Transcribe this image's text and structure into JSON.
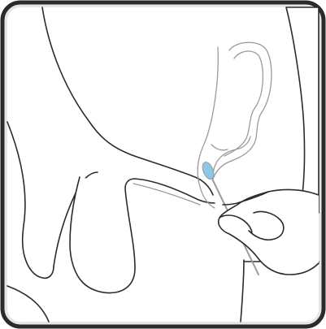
{
  "illustration": {
    "colors": {
      "frame_fill": "#e6e6e6",
      "frame_border": "#2b2b2b",
      "line": "#2b2b2b",
      "organ_line": "#9a9a9a",
      "swab_tip": "#8ec6e6",
      "swab_stick": "#9a9a9a",
      "background": "#ffffff"
    },
    "icons": [
      "anatomical-side-view",
      "swab",
      "hand"
    ]
  }
}
